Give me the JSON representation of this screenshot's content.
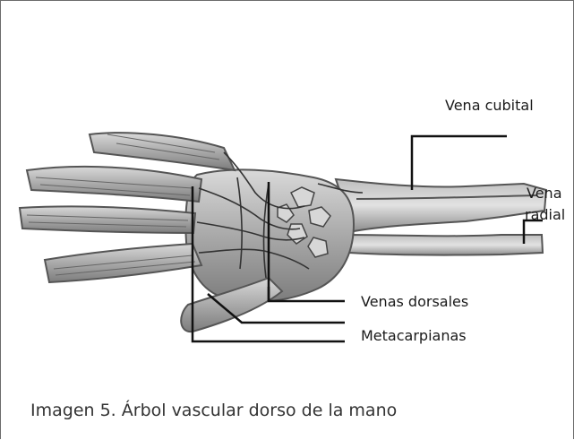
{
  "diagram": {
    "labels": {
      "vena_cubital": "Vena cubital",
      "vena_radial_1": "Vena",
      "vena_radial_2": "radial",
      "venas_dorsales": "Venas dorsales",
      "metacarpianas": "Metacarpianas"
    },
    "caption": "Imagen 5. Árbol vascular dorso de la mano"
  }
}
